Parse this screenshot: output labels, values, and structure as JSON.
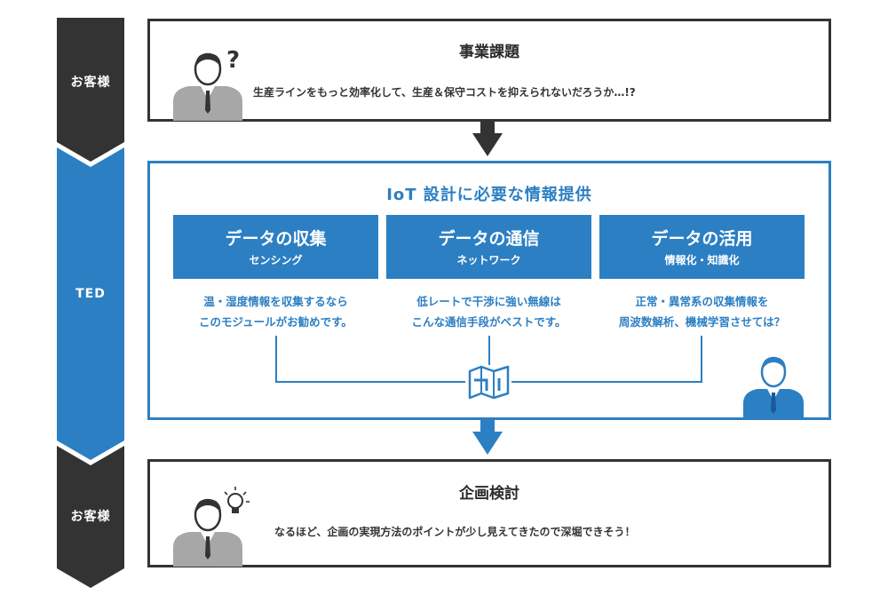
{
  "lanes": [
    {
      "label": "お客様"
    },
    {
      "label": "TED"
    },
    {
      "label": "お客様"
    }
  ],
  "customer_top": {
    "title": "事業課題",
    "text": "生産ラインをもっと効率化して、生産＆保守コストを抑えられないだろうか…!?"
  },
  "ted": {
    "title": "IoT 設計に必要な情報提供",
    "cards": [
      {
        "title": "データの収集",
        "subtitle": "センシング",
        "desc_line1": "温・湿度情報を収集するなら",
        "desc_line2": "このモジュールがお勧めです。"
      },
      {
        "title": "データの通信",
        "subtitle": "ネットワーク",
        "desc_line1": "低レートで干渉に強い無線は",
        "desc_line2": "こんな通信手段がベストです。"
      },
      {
        "title": "データの活用",
        "subtitle": "情報化・知識化",
        "desc_line1": "正常・異常系の収集情報を",
        "desc_line2": "周波数解析、機械学習させては？"
      }
    ]
  },
  "customer_bottom": {
    "title": "企画検討",
    "text": "なるほど、企画の実現方法のポイントが少し見えてきたので深堀できそう！"
  },
  "colors": {
    "dark": "#333333",
    "blue": "#2c7fc3",
    "person_gray": "#a7a7a7"
  }
}
